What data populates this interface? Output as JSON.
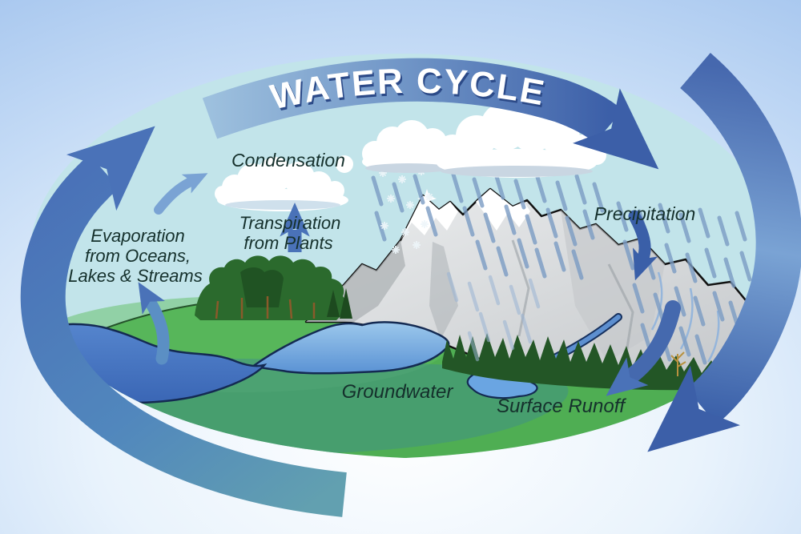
{
  "diagram_type": "water-cycle",
  "title": {
    "text": "WATER CYCLE"
  },
  "labels": {
    "condensation": "Condensation",
    "transpiration": {
      "line1": "Transpiration",
      "line2": "from Plants"
    },
    "evaporation": {
      "line1": "Evaporation",
      "line2": "from Oceans,",
      "line3": "Lakes & Streams"
    },
    "precipitation": "Precipitation",
    "groundwater": "Groundwater",
    "surface_runoff": "Surface Runoff"
  },
  "colors": {
    "background_edge": "#a9c8ef",
    "background_center": "#ffffff",
    "sky": "#c2e4ea",
    "banner_light": "#96bcdd",
    "banner_dark": "#3c5fa8",
    "arrow_blue": "#4a72b8",
    "arrow_dark": "#3a5fa8",
    "arrow_light": "#7aa3d4",
    "arrow_teal": "#5e9fae",
    "land_green": "#4fae53",
    "groundwater_teal": "#3f8894",
    "water_dark": "#4d7fc9",
    "water_light": "#8fc1e8",
    "water_outline": "#16305e",
    "mountain_gray": "#d9dbdd",
    "mountain_shadow": "#a8adb2",
    "tree_green": "#235626",
    "rain_blue": "#7b9cc4",
    "label_text": "#15302c",
    "title_text": "#ffffff",
    "title_shadow": "#2c4a88"
  }
}
